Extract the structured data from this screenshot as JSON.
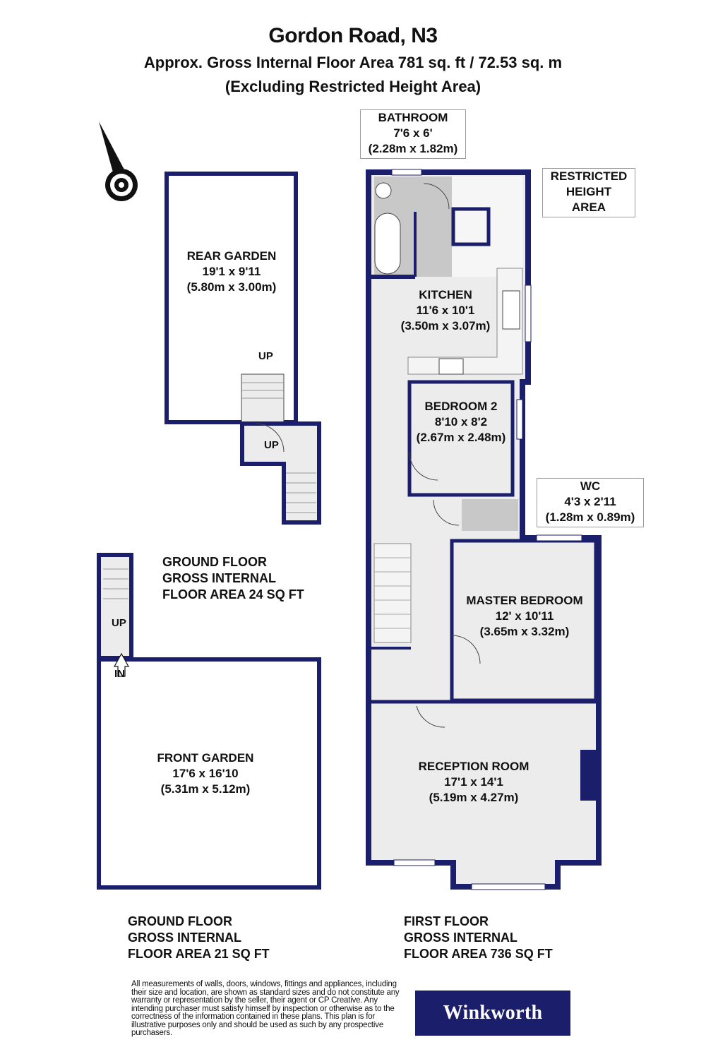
{
  "header": {
    "title": "Gordon Road, N3",
    "subtitle": "Approx. Gross Internal Floor Area 781 sq. ft / 72.53 sq. m",
    "note": "(Excluding Restricted Height Area)"
  },
  "rooms": {
    "bathroom": {
      "name": "BATHROOM",
      "imperial": "7'6 x 6'",
      "metric": "(2.28m x 1.82m)"
    },
    "restricted": {
      "line1": "RESTRICTED",
      "line2": "HEIGHT",
      "line3": "AREA"
    },
    "kitchen": {
      "name": "KITCHEN",
      "imperial": "11'6 x 10'1",
      "metric": "(3.50m x 3.07m)"
    },
    "bedroom2": {
      "name": "BEDROOM 2",
      "imperial": "8'10 x 8'2",
      "metric": "(2.67m x 2.48m)"
    },
    "wc": {
      "name": "WC",
      "imperial": "4'3 x 2'11",
      "metric": "(1.28m x 0.89m)"
    },
    "master": {
      "name": "MASTER BEDROOM",
      "imperial": "12' x 10'11",
      "metric": "(3.65m x 3.32m)"
    },
    "reception": {
      "name": "RECEPTION ROOM",
      "imperial": "17'1 x 14'1",
      "metric": "(5.19m x 4.27m)"
    },
    "rear_garden": {
      "name": "REAR GARDEN",
      "imperial": "19'1 x 9'11",
      "metric": "(5.80m x 3.00m)"
    },
    "front_garden": {
      "name": "FRONT GARDEN",
      "imperial": "17'6 x 16'10",
      "metric": "(5.31m x 5.12m)"
    }
  },
  "markers": {
    "up": "UP",
    "in": "IN"
  },
  "floor_areas": {
    "ground_upper": [
      "GROUND FLOOR",
      "GROSS INTERNAL",
      "FLOOR AREA 24 SQ FT"
    ],
    "ground_lower": [
      "GROUND FLOOR",
      "GROSS INTERNAL",
      "FLOOR AREA 21 SQ FT"
    ],
    "first": [
      "FIRST FLOOR",
      "GROSS INTERNAL",
      "FLOOR AREA 736 SQ FT"
    ]
  },
  "disclaimer": "All measurements of walls, doors, windows, fittings and appliances, including their size and location, are shown as standard sizes and do not constitute any warranty or representation by the seller, their agent or CP Creative. Any intending purchaser must satisfy himself by inspection or otherwise as to the correctness of the information contained in these plans. This plan is for illustrative purposes only and should be used as such by any prospective purchasers.",
  "logo": "Winkworth",
  "colors": {
    "wall": "#1b1e6b",
    "floor": "#ececec",
    "wet": "#c8c8c8"
  },
  "icons": [
    "compass-icon"
  ]
}
